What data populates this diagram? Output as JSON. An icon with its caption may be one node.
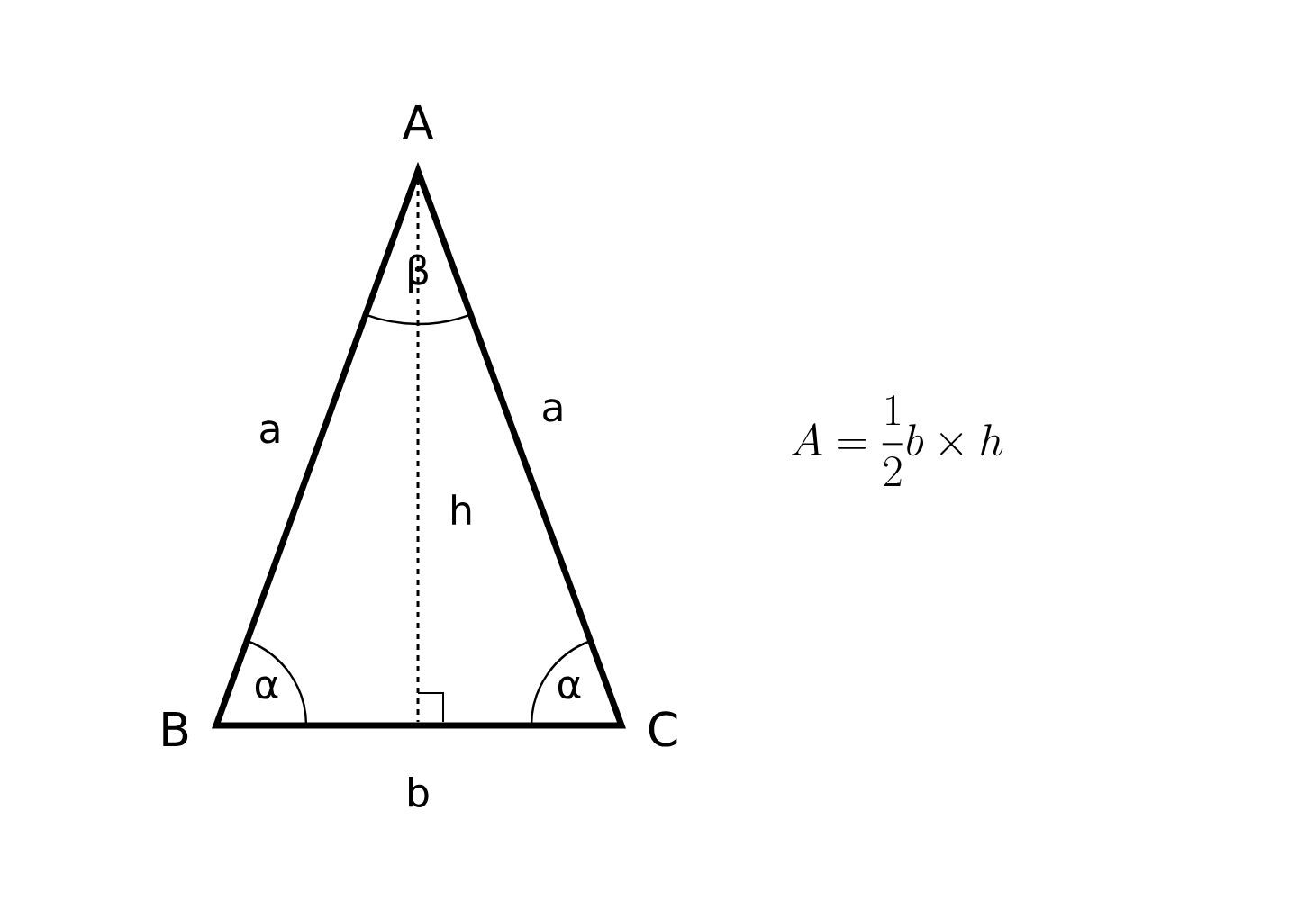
{
  "diagram": {
    "labels": [
      "A",
      "β",
      "a",
      "a",
      "h",
      "B",
      "α",
      "α",
      "C",
      "b",
      "A=\\frac{1}{2}b\\times h"
    ]
  }
}
